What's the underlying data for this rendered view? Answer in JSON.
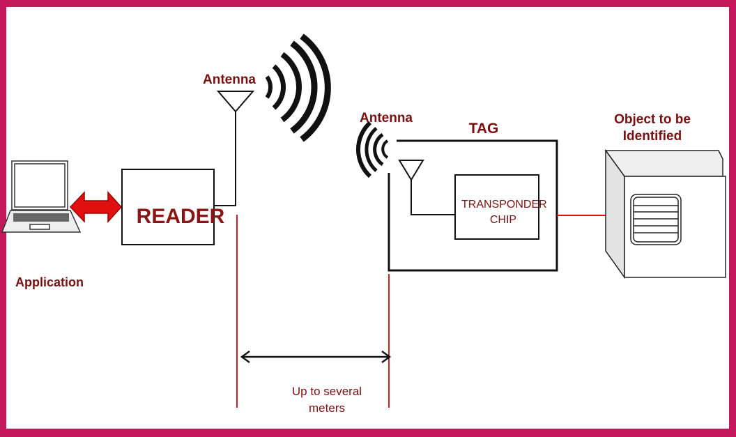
{
  "labels": {
    "reader": "READER",
    "reader_antenna": "Antenna",
    "tag_antenna": "Antenna",
    "tag": "TAG",
    "chip": "TRANSPONDER CHIP",
    "object": "Object to be Identified",
    "application": "Application",
    "distance": "Up to several meters"
  },
  "colors": {
    "border": "#c2185b",
    "text": "#7a1010",
    "arrow": "#e01010",
    "guide": "#cc2222"
  }
}
